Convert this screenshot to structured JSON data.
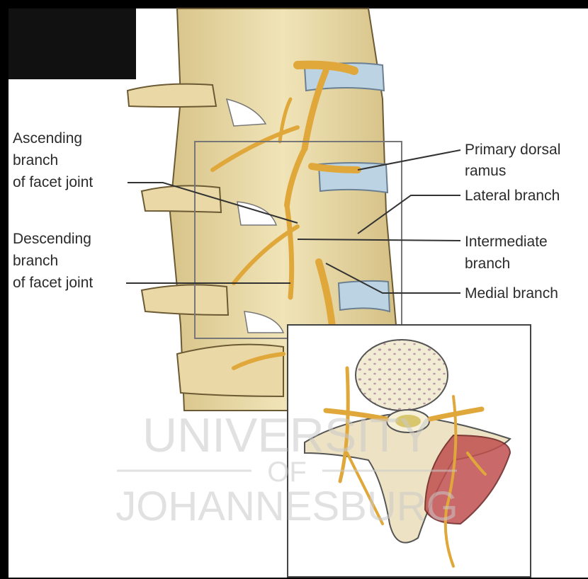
{
  "labels": {
    "ascending": [
      "Ascending",
      "branch",
      "of facet joint"
    ],
    "descending": [
      "Descending",
      "branch",
      "of facet joint"
    ],
    "primary": [
      "Primary dorsal",
      "ramus"
    ],
    "lateral": "Lateral branch",
    "intermediate": [
      "Intermediate",
      "branch"
    ],
    "medial": "Medial branch"
  },
  "watermark": {
    "line1": "UNIVERSITY",
    "line2": "OF",
    "line3": "JOHANNESBURG"
  },
  "colors": {
    "frame": "#000000",
    "background": "#ffffff",
    "bone": "#efe3b6",
    "bone_shade": "#d9c68c",
    "nerve": "#e0a83a",
    "disc": "#bcd3e3",
    "muscle": "#c0504f",
    "label_line": "#333333"
  }
}
